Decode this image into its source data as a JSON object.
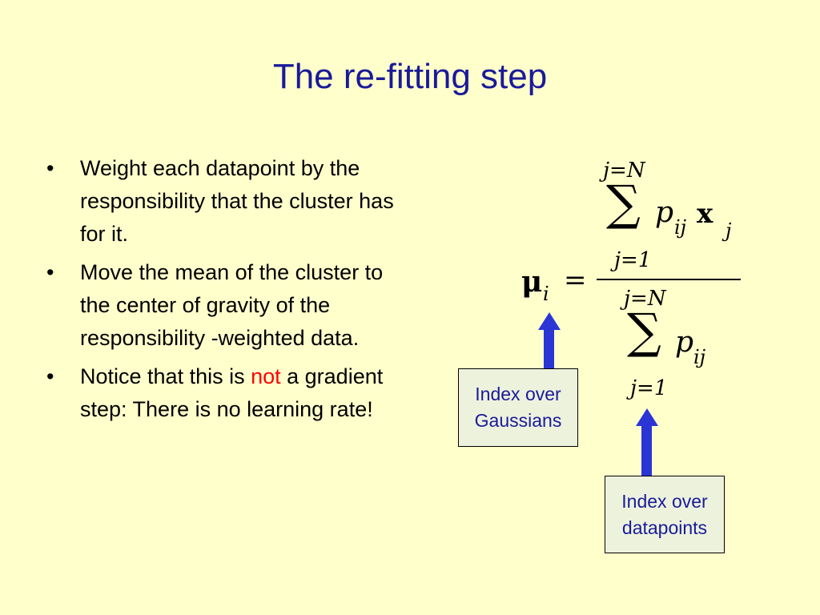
{
  "title": "The re-fitting step",
  "bullets": [
    {
      "marker": "•",
      "text": "Weight each datapoint by the responsibility that the cluster has for it."
    },
    {
      "marker": "•",
      "text": "Move the mean of the cluster to the center of gravity of the responsibility -weighted data."
    },
    {
      "marker": "•",
      "text_before": "Notice that this is ",
      "emphasis": "not",
      "text_after": " a gradient step: There is no learning rate!"
    }
  ],
  "formula": {
    "lhs_symbol": "μ",
    "lhs_subscript": "i",
    "equals": "=",
    "numerator": {
      "upper_limit": "j=N",
      "sigma": "∑",
      "term_p": "p",
      "term_p_sub": "ij",
      "term_x": "x",
      "term_x_sub": "j",
      "lower_limit": "j=1"
    },
    "denominator": {
      "upper_limit": "j=N",
      "sigma": "∑",
      "term_p": "p",
      "term_p_sub": "ij",
      "lower_limit": "j=1"
    }
  },
  "annotations": [
    {
      "line1": "Index over",
      "line2": "Gaussians"
    },
    {
      "line1": "Index over",
      "line2": "datapoints"
    }
  ],
  "colors": {
    "background": "#FFFFCC",
    "title": "#1A1A99",
    "emphasis": "#FF0000",
    "arrow": "#2B35D6",
    "label_box": "#EDF2DD"
  }
}
